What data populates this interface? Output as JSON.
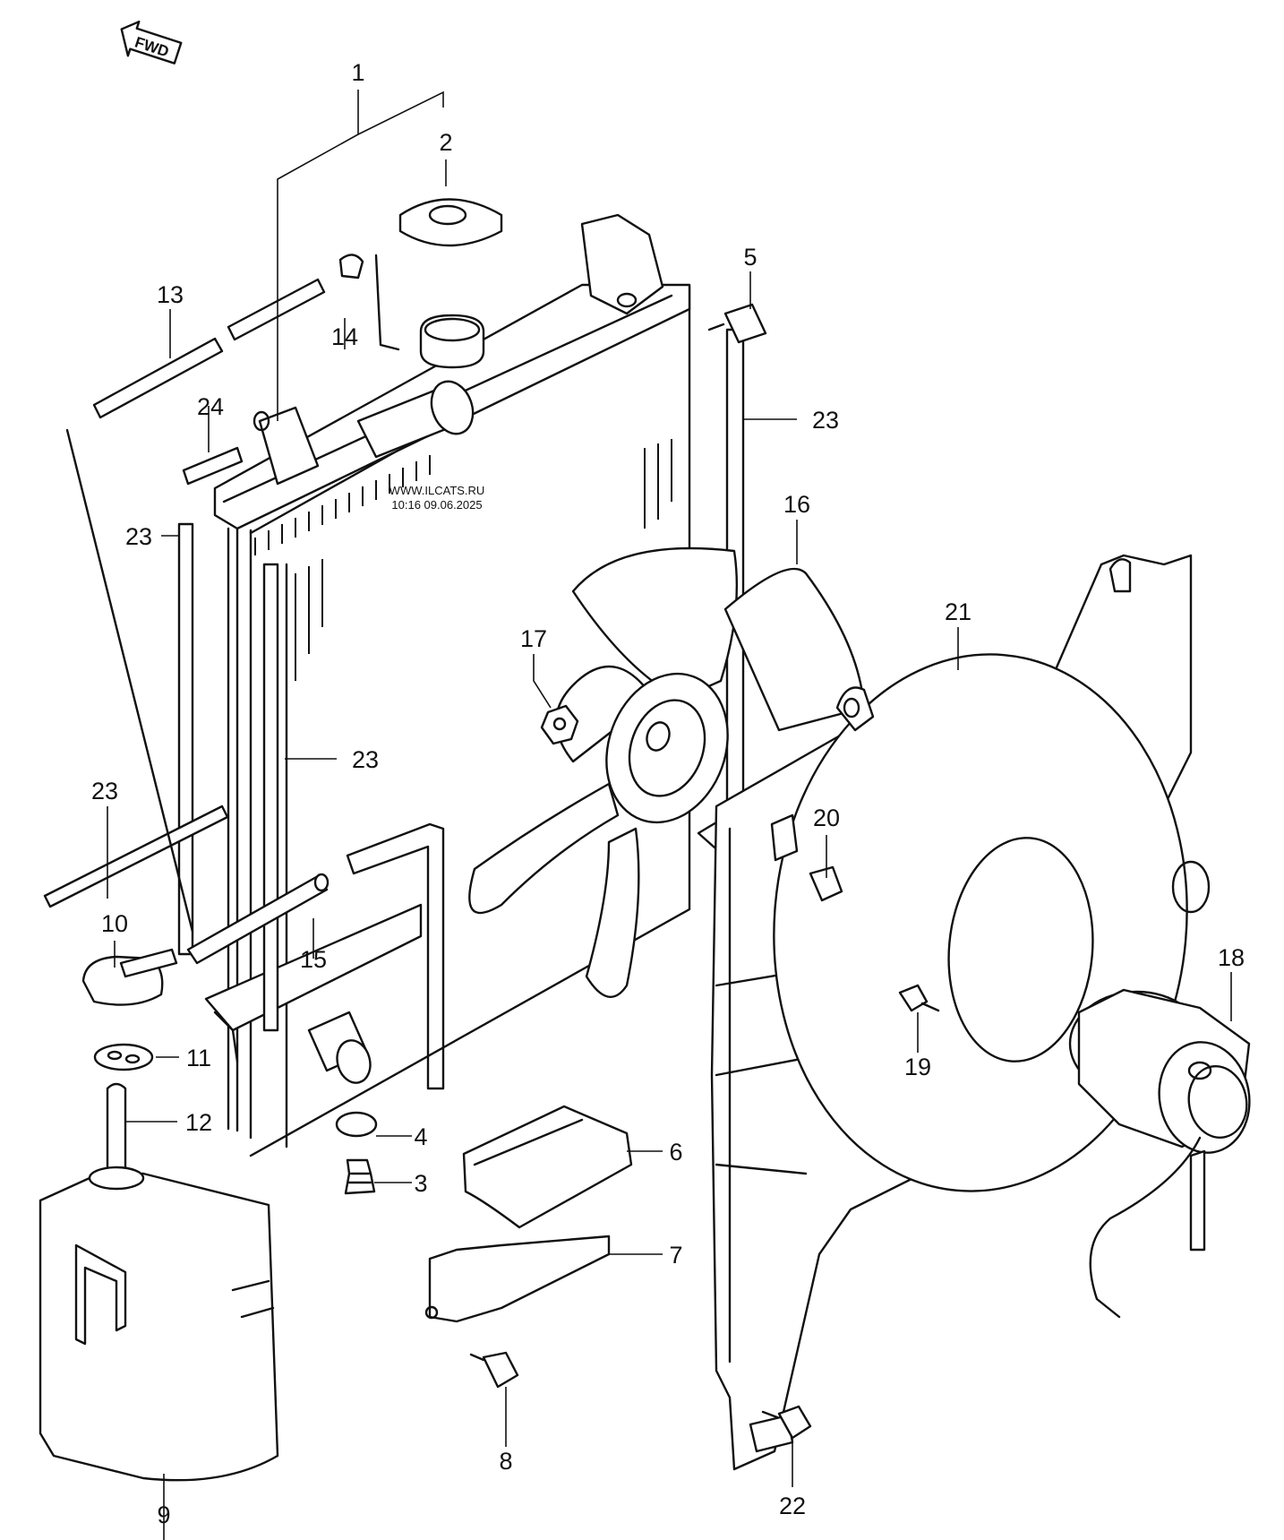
{
  "fwd_label": "FWD",
  "watermark": {
    "site": "WWW.ILCATS.RU",
    "timestamp": "10:16 09.06.2025"
  },
  "callouts": {
    "c1": "1",
    "c2": "2",
    "c3": "3",
    "c4": "4",
    "c5": "5",
    "c6": "6",
    "c7": "7",
    "c8": "8",
    "c9": "9",
    "c10": "10",
    "c11": "11",
    "c12": "12",
    "c13": "13",
    "c14": "14",
    "c15": "15",
    "c16": "16",
    "c17": "17",
    "c18": "18",
    "c19": "19",
    "c20": "20",
    "c21": "21",
    "c22": "22",
    "c23a": "23",
    "c23b": "23",
    "c23c": "23",
    "c23d": "23",
    "c24": "24"
  }
}
